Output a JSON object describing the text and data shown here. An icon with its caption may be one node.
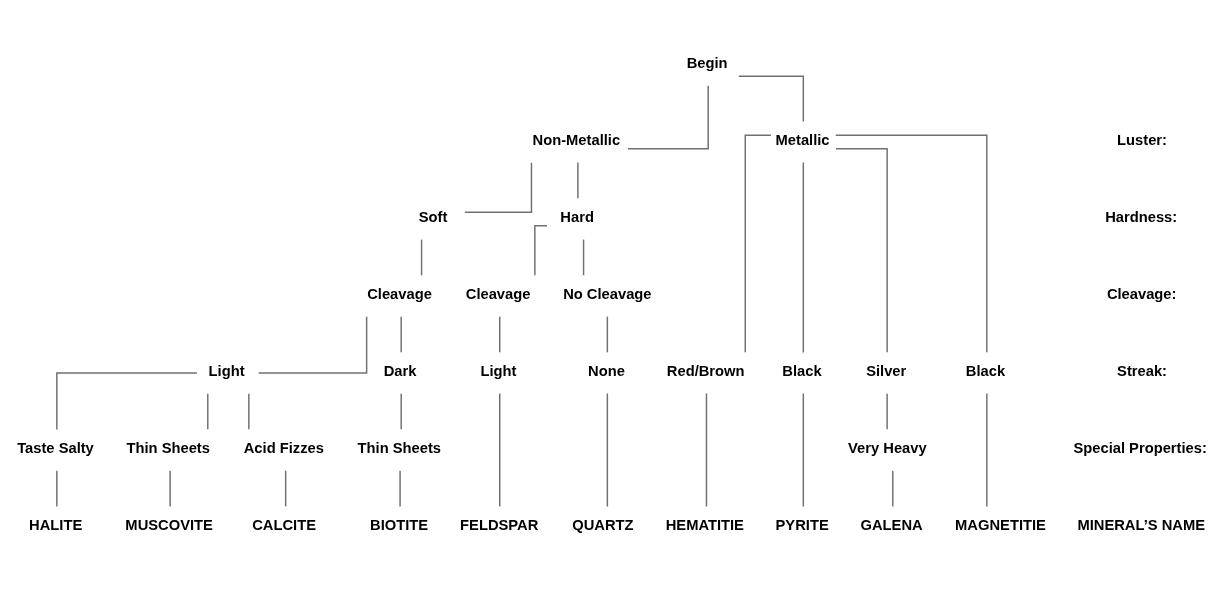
{
  "diagram": {
    "nodes": [
      {
        "text": [
          "Begin"
        ]
      },
      {
        "text": [
          "Non-Metallic"
        ]
      },
      {
        "text": [
          "Metallic"
        ]
      },
      {
        "text": [
          "Soft"
        ]
      },
      {
        "text": [
          "Hard"
        ]
      },
      {
        "text": [
          "Cleavage"
        ]
      },
      {
        "text": [
          "Cleavage"
        ]
      },
      {
        "text": [
          "No Cleavage"
        ]
      },
      {
        "text": [
          "Light"
        ]
      },
      {
        "text": [
          "Dark"
        ]
      },
      {
        "text": [
          "Light"
        ]
      },
      {
        "text": [
          "None"
        ]
      },
      {
        "text": [
          "Red/Brown"
        ]
      },
      {
        "text": [
          "Black"
        ]
      },
      {
        "text": [
          "Silver"
        ]
      },
      {
        "text": [
          "Black"
        ]
      },
      {
        "text": [
          "Taste Salty"
        ]
      },
      {
        "text": [
          "Thin Sheets"
        ]
      },
      {
        "text": [
          "Acid Fizzes"
        ]
      },
      {
        "text": [
          "Thin Sheets"
        ]
      },
      {
        "text": [
          "Very Heavy"
        ]
      },
      {
        "text": [
          "HALITE"
        ]
      },
      {
        "text": [
          "MUSCOVITE"
        ]
      },
      {
        "text": [
          "CALCITE"
        ]
      },
      {
        "text": [
          "BIOTITE"
        ]
      },
      {
        "text": [
          "FELDSPAR"
        ]
      },
      {
        "text": [
          "QUARTZ"
        ]
      },
      {
        "text": [
          "HEMATITIE"
        ]
      },
      {
        "text": [
          "PYRITE"
        ]
      },
      {
        "text": [
          "GALENA"
        ]
      },
      {
        "text": [
          "MAGNETITIE"
        ]
      }
    ],
    "edges": [
      {
        "from": 0,
        "to": 1,
        "arrow": "none"
      },
      {
        "from": 0,
        "to": 2,
        "arrow": "none"
      },
      {
        "from": 1,
        "to": 3,
        "arrow": "none"
      },
      {
        "from": 1,
        "to": 4,
        "arrow": "none"
      },
      {
        "from": 3,
        "to": 5,
        "arrow": "none"
      },
      {
        "from": 4,
        "to": 6,
        "arrow": "none"
      },
      {
        "from": 4,
        "to": 7,
        "arrow": "none"
      },
      {
        "from": 5,
        "to": 8,
        "arrow": "none"
      },
      {
        "from": 5,
        "to": 9,
        "arrow": "none"
      },
      {
        "from": 6,
        "to": 10,
        "arrow": "none"
      },
      {
        "from": 7,
        "to": 11,
        "arrow": "none"
      },
      {
        "from": 2,
        "to": 12,
        "arrow": "none"
      },
      {
        "from": 2,
        "to": 13,
        "arrow": "none"
      },
      {
        "from": 2,
        "to": 14,
        "arrow": "none"
      },
      {
        "from": 2,
        "to": 15,
        "arrow": "none"
      },
      {
        "from": 8,
        "to": 16,
        "arrow": "none"
      },
      {
        "from": 8,
        "to": 17,
        "arrow": "none"
      },
      {
        "from": 8,
        "to": 18,
        "arrow": "none"
      },
      {
        "from": 9,
        "to": 19,
        "arrow": "none"
      },
      {
        "from": 14,
        "to": 20,
        "arrow": "none"
      },
      {
        "from": 16,
        "to": 21,
        "arrow": "none"
      },
      {
        "from": 17,
        "to": 22,
        "arrow": "none"
      },
      {
        "from": 18,
        "to": 23,
        "arrow": "none"
      },
      {
        "from": 19,
        "to": 24,
        "arrow": "none"
      },
      {
        "from": 10,
        "to": 25,
        "arrow": "none"
      },
      {
        "from": 11,
        "to": 26,
        "arrow": "none"
      },
      {
        "from": 12,
        "to": 27,
        "arrow": "none"
      },
      {
        "from": 13,
        "to": 28,
        "arrow": "none"
      },
      {
        "from": 20,
        "to": 29,
        "arrow": "none"
      },
      {
        "from": 15,
        "to": 30,
        "arrow": "none"
      }
    ],
    "labels": [
      "Luster:",
      "Hardness:",
      "Cleavage:",
      "Streak:",
      "Special Properties:",
      "MINERAL’S NAME"
    ]
  }
}
